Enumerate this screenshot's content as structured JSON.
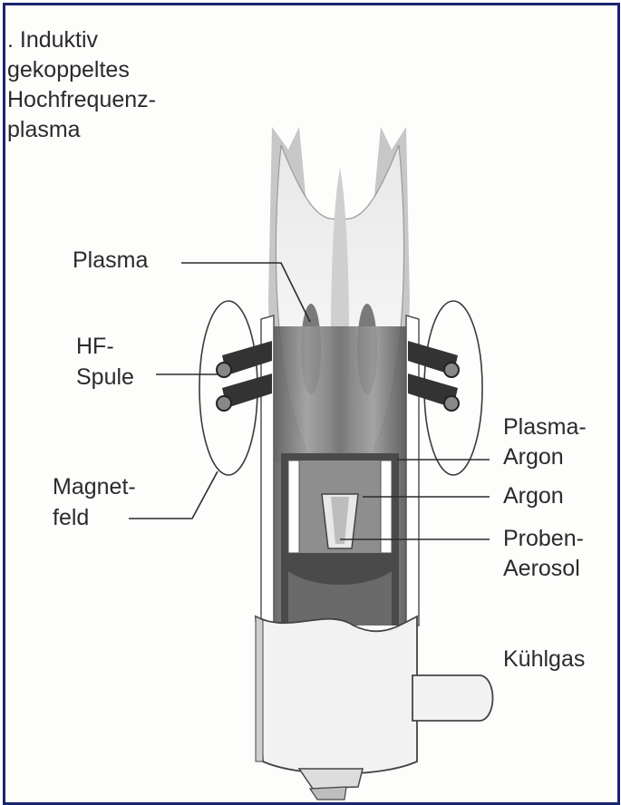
{
  "title": {
    "line1": ". Induktiv",
    "line2": "gekoppeltes",
    "line3": "Hochfrequenz-",
    "line4": "plasma"
  },
  "labels": {
    "plasma": "Plasma",
    "hf_line1": "HF-",
    "hf_line2": "Spule",
    "magnet_line1": "Magnet-",
    "magnet_line2": "feld",
    "plasma_argon_line1": "Plasma-",
    "plasma_argon_line2": "Argon",
    "argon": "Argon",
    "proben_line1": "Proben-",
    "proben_line2": "Aerosol",
    "kuehlgas": "Kühlgas"
  },
  "colors": {
    "frame": "#1b2470",
    "ink": "#2b2b2b",
    "torch_dark": "#4a4a4a",
    "torch_mid": "#8a8a8a",
    "plasma_light": "#d9d9d9",
    "paper": "#fdfdfb"
  }
}
